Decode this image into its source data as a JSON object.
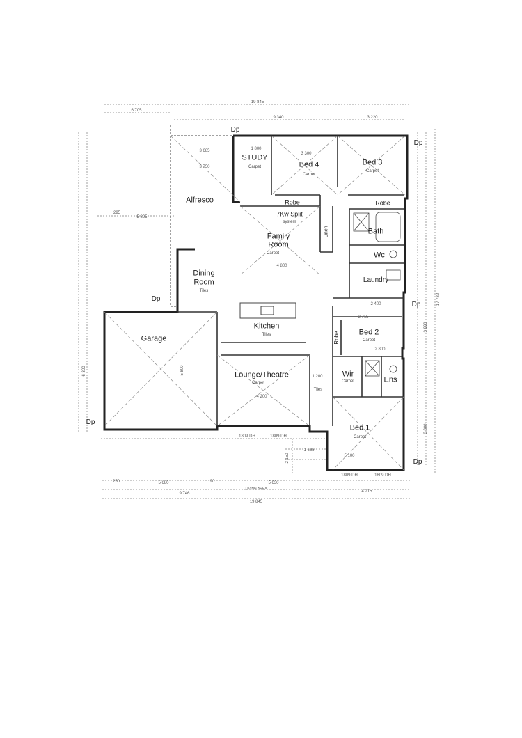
{
  "rooms": {
    "study": {
      "name": "STUDY",
      "finish": "Carpet"
    },
    "bed4": {
      "name": "Bed 4",
      "finish": "Carpet"
    },
    "bed3": {
      "name": "Bed 3",
      "finish": "Carpet"
    },
    "alfresco": {
      "name": "Alfresco"
    },
    "split": {
      "name": "7Kw Split",
      "sub": "system"
    },
    "family": {
      "name1": "Family",
      "name2": "Room",
      "finish": "Carpet"
    },
    "dining": {
      "name1": "Dining",
      "name2": "Room",
      "finish": "Tiles"
    },
    "kitchen": {
      "name": "Kitchen",
      "finish": "Tiles"
    },
    "garage": {
      "name": "Garage"
    },
    "lounge": {
      "name": "Lounge/Theatre",
      "finish": "Carpet"
    },
    "bath": {
      "name": "Bath"
    },
    "wc": {
      "name": "Wc"
    },
    "laundry": {
      "name": "Laundry"
    },
    "bed2": {
      "name": "Bed 2",
      "finish": "Carpet"
    },
    "wir": {
      "name": "Wir",
      "finish": "Carpet"
    },
    "ens": {
      "name": "Ens"
    },
    "bed1": {
      "name": "Bed 1",
      "finish": "Carpet"
    },
    "robe_b4": {
      "name": "Robe"
    },
    "robe_b3": {
      "name": "Robe"
    },
    "robe_b2": {
      "name": "Robe"
    },
    "linen": {
      "name": "Linen"
    }
  },
  "markers": {
    "dp": "Dp"
  },
  "dimensions": {
    "overall_top": "19 845",
    "top_left": "6 705",
    "top_mid": "9 340",
    "top_right": "3 220",
    "study_w": "1 800",
    "bed4_w": "3 300",
    "family_w": "4 800",
    "alfresco_w": "3 685",
    "alfresco_w2": "3 750",
    "left_295": "295",
    "left_5395": "5 395",
    "lounge_w": "4 200",
    "garage_d": "5 800",
    "bed1_w": "5 100",
    "bed2_w": "3 715",
    "bed2_d": "2 800",
    "laundry_w": "2 400",
    "wir_w": "1 200",
    "bottom_5680": "5 680",
    "bottom_5630": "5 630",
    "bottom_250": "250",
    "bottom_90": "90",
    "bottom_9746": "9 746",
    "bottom_4215": "4 215",
    "bottom_19845": "19 845",
    "living_area": "LIVING AREA",
    "window1": "1809 DH",
    "window2": "1809 DH",
    "window3": "1809 DH",
    "window4": "1809 DH",
    "right_17782": "17 782",
    "right_3600": "3 600",
    "right_3800": "3 800",
    "kitchen_tag": "Tiles",
    "garage_w": "6 300",
    "d_1665": "1 665",
    "d_2150": "2 150"
  }
}
